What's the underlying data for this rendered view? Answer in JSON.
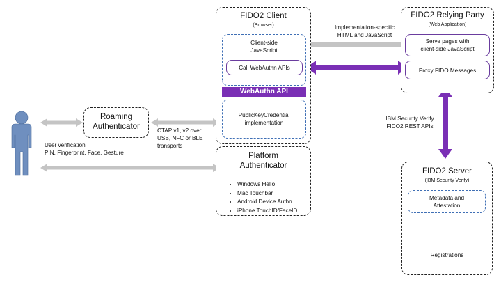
{
  "fido2_client": {
    "title": "FIDO2 Client",
    "subtitle": "(Browser)",
    "client_js": [
      "Client-side",
      "JavaScript"
    ],
    "webauthn_apis": "Call WebAuthn APIs",
    "webauthn_api_bar": "WebAuthn API",
    "pkc": [
      "PublicKeyCredential",
      "implementation"
    ]
  },
  "relying_party": {
    "title": "FIDO2 Relying Party",
    "subtitle": "(Web Application)",
    "serve_pages": [
      "Serve pages with",
      "client-side JavaScript"
    ],
    "proxy": "Proxy FIDO Messages"
  },
  "roaming": {
    "title": [
      "Roaming",
      "Authenticator"
    ]
  },
  "platform": {
    "title": [
      "Platform",
      "Authenticator"
    ],
    "items": [
      "Windows Hello",
      "Mac Touchbar",
      "Android Device Authn",
      "iPhone TouchID/FaceID"
    ]
  },
  "fido2_server": {
    "title": "FIDO2 Server",
    "subtitle": "(IBM Security Verify)",
    "metadata": [
      "Metadata and",
      "Attestation"
    ],
    "registrations": "Registrations"
  },
  "labels": {
    "impl_specific": [
      "Implementation-specific",
      "HTML and JavaScript"
    ],
    "ctap": [
      "CTAP v1, v2 over",
      "USB, NFC or BLE",
      "transports"
    ],
    "user_verification": [
      "User verification",
      "PIN, Fingerprint, Face, Gesture"
    ],
    "ibm_rest": [
      "IBM Security Verify",
      "FIDO2 REST APIs"
    ]
  },
  "colors": {
    "purple": "#7a2fb5",
    "grey_arrow": "#c4c4c4",
    "user_icon": "#6f8fbf",
    "dashed_blue": "#3f6fb5"
  }
}
